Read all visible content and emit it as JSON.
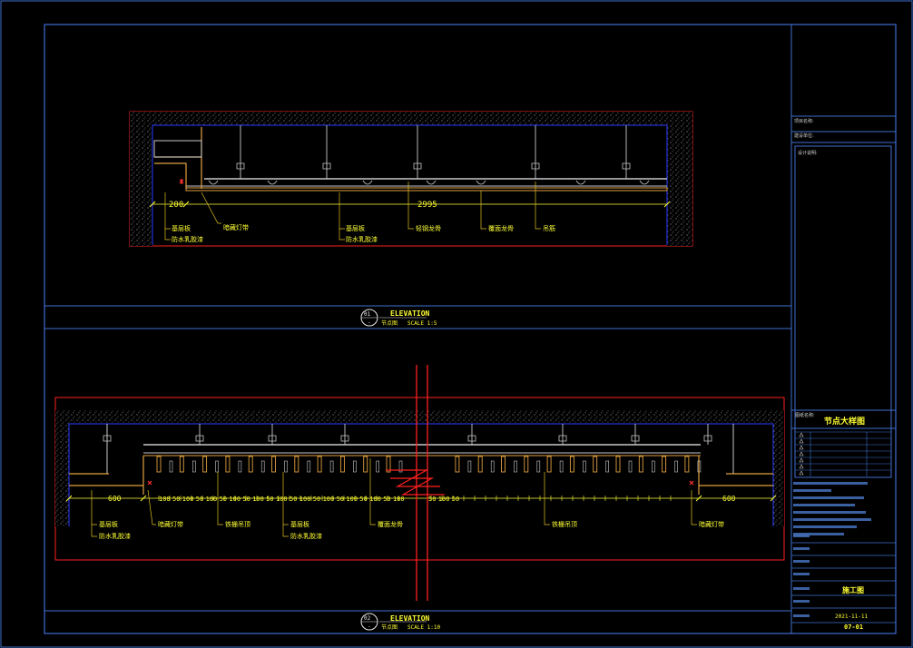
{
  "colors": {
    "background": "#000000",
    "frame": "#3f6fd0",
    "structure": "#ff2020",
    "finish": "#e0a040",
    "dim": "#ffff33",
    "leader": "#e0c020",
    "hanger": "#c8c8c8",
    "title_text": "#ffff33"
  },
  "elevation1": {
    "number": "01",
    "sub": "-",
    "type": "ELEVATION",
    "name": "节点图",
    "scale": "SCALE 1:5",
    "dims": [
      "200",
      "2995"
    ],
    "labels_left": [
      "基层板",
      "防水乳胶漆"
    ],
    "label_light": "暗藏灯带",
    "labels_mid": [
      "基层板",
      "防水乳胶漆"
    ],
    "label_keel": "轻钢龙骨",
    "label_cover": "覆面龙骨",
    "label_hanger": "吊筋"
  },
  "elevation2": {
    "number": "02",
    "sub": "-",
    "type": "ELEVATION",
    "name": "节点图",
    "scale": "SCALE 1:10",
    "dim_left": "600",
    "dim_right": "600",
    "dims_repeat": [
      "100",
      "50",
      "100",
      "50",
      "100",
      "50",
      "100",
      "50",
      "100",
      "50",
      "100",
      "50",
      "100",
      "50",
      "100",
      "50",
      "100",
      "50",
      "100",
      "50",
      "100",
      "50",
      "100",
      "50"
    ],
    "labels_left": [
      "基层板",
      "防水乳胶漆"
    ],
    "label_light_left": "暗藏灯带",
    "label_grille_left": "铁栅吊顶",
    "labels_mid": [
      "基层板",
      "防水乳胶漆"
    ],
    "label_cover": "覆面龙骨",
    "label_grille_right": "铁栅吊顶",
    "label_light_right": "暗藏灯带"
  },
  "titleblock": {
    "project_label": "项目名称:",
    "client_label": "建设单位:",
    "drawing_label": "图纸名称:",
    "drawing_name": "节点大样图",
    "stage": "施工图",
    "date": "2021-11-11",
    "sheet_no": "07-01"
  }
}
